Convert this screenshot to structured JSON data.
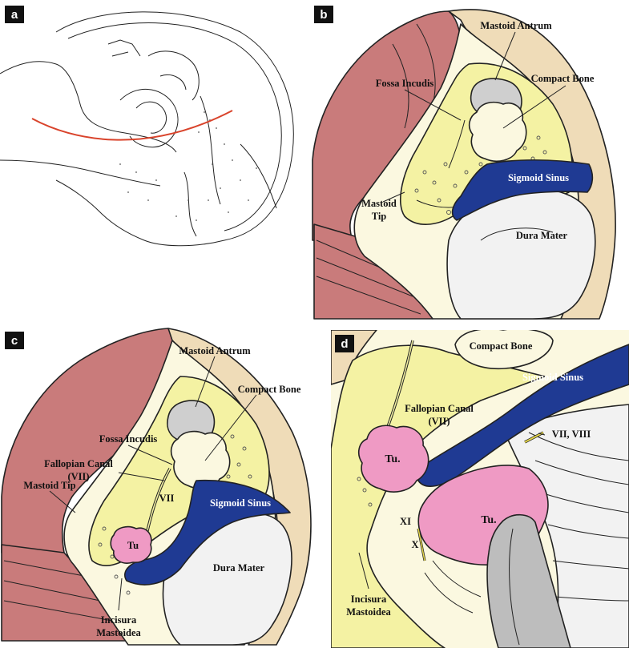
{
  "panels": [
    {
      "id": "a",
      "letter": "a"
    },
    {
      "id": "b",
      "letter": "b"
    },
    {
      "id": "c",
      "letter": "c"
    },
    {
      "id": "d",
      "letter": "d"
    }
  ],
  "labels": {
    "b": {
      "mastoid_antrum": "Mastoid Antrum",
      "fossa_incudis": "Fossa Incudis",
      "compact_bone": "Compact Bone",
      "sigmoid_sinus": "Sigmoid Sinus",
      "mastoid_tip_1": "Mastoid",
      "mastoid_tip_2": "Tip",
      "dura_mater": "Dura Mater"
    },
    "c": {
      "mastoid_antrum": "Mastoid Antrum",
      "compact_bone": "Compact Bone",
      "fossa_incudis": "Fossa Incudis",
      "fallopian_canal_1": "Fallopian Canal",
      "fallopian_canal_2": "(VII)",
      "mastoid_tip": "Mastoid Tip",
      "vii": "VII",
      "sigmoid_sinus": "Sigmoid Sinus",
      "tu": "Tu",
      "dura_mater": "Dura Mater",
      "incisura_1": "Incisura",
      "incisura_2": "Mastoidea"
    },
    "d": {
      "compact_bone": "Compact Bone",
      "sigmoid_sinus": "Sigmoid Sinus",
      "fallopian_canal_1": "Fallopian Canal",
      "fallopian_canal_2": "(VII)",
      "vii_viii": "VII, VIII",
      "tu_left": "Tu.",
      "tu_right": "Tu.",
      "xi": "XI",
      "x": "X",
      "incisura_1": "Incisura",
      "incisura_2": "Mastoidea"
    }
  },
  "colors": {
    "muscle": "#c97b7b",
    "bone_yellow": "#f4f2a3",
    "cortex": "#fbf8e0",
    "outer_rim": "#efdcb8",
    "sinus": "#1f3a93",
    "dura": "#f2f2f2",
    "tumor": "#ef9ac4",
    "panel_label_bg": "#111111",
    "incision": "#d9432b"
  }
}
